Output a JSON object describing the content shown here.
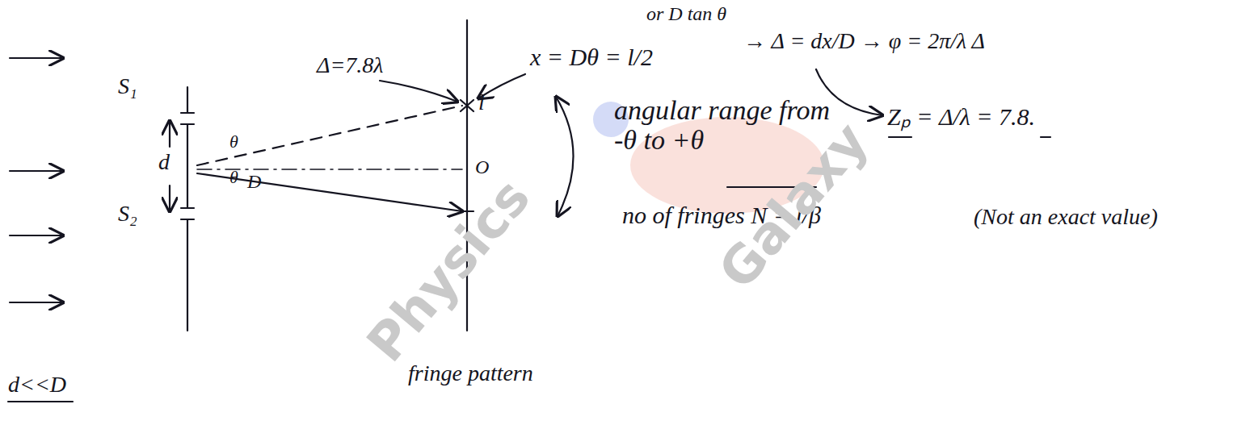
{
  "diagram": {
    "labels": [
      "S₁",
      "S₂",
      "d",
      "θ",
      "θ",
      "D",
      "d<<D",
      "Δ=7.8λ",
      "or D tan θ",
      "x = Dθ = l/2",
      "→ Δ = dx/D → φ = 2π/λ Δ",
      "Zₚ = Δ/λ = 7.8.",
      "l",
      "O",
      "angular range from -θ to +θ",
      "no of fringes N = l/β",
      "(Not an exact value)",
      "fringe pattern",
      "Physics",
      "Galaxy"
    ]
  }
}
